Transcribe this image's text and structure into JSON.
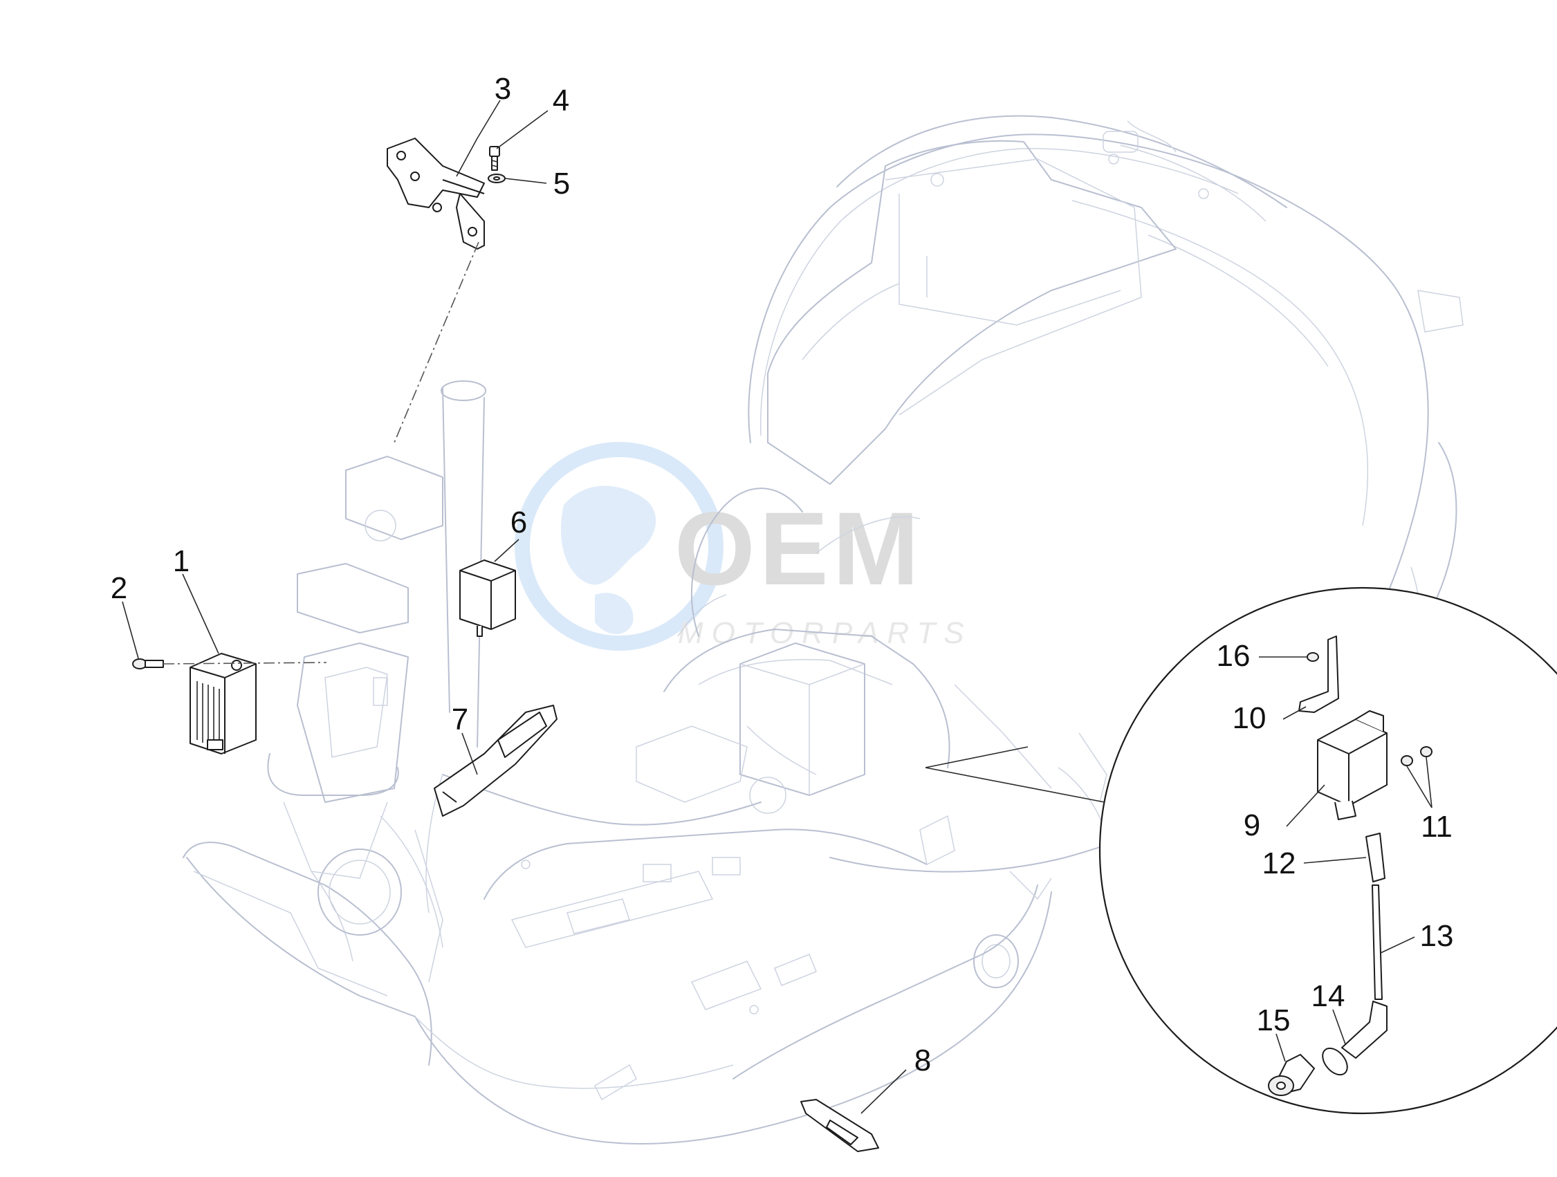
{
  "watermark": {
    "brand": "OEM",
    "sub": "MOTORPARTS",
    "globe_icon": "globe-icon"
  },
  "callouts": [
    {
      "id": "1",
      "label": "1"
    },
    {
      "id": "2",
      "label": "2"
    },
    {
      "id": "3",
      "label": "3"
    },
    {
      "id": "4",
      "label": "4"
    },
    {
      "id": "5",
      "label": "5"
    },
    {
      "id": "6",
      "label": "6"
    },
    {
      "id": "7",
      "label": "7"
    },
    {
      "id": "8",
      "label": "8"
    },
    {
      "id": "9",
      "label": "9"
    },
    {
      "id": "10",
      "label": "10"
    },
    {
      "id": "11",
      "label": "11"
    },
    {
      "id": "12",
      "label": "12"
    },
    {
      "id": "13",
      "label": "13"
    },
    {
      "id": "14",
      "label": "14"
    },
    {
      "id": "15",
      "label": "15"
    },
    {
      "id": "16",
      "label": "16"
    }
  ],
  "colors": {
    "ghost_line": "#b8bfd0",
    "part_line": "#1c1c1c",
    "watermark_blue": "#cfe2f6",
    "watermark_grey": "#d6d6d6"
  }
}
